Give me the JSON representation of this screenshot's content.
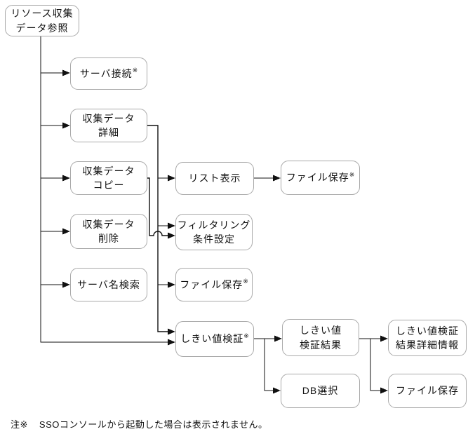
{
  "nodes": {
    "root": {
      "label": "リソース収集\nデータ参照"
    },
    "server_connect": {
      "label": "サーバ接続",
      "mark": "※"
    },
    "data_detail": {
      "label": "収集データ\n詳細"
    },
    "data_copy": {
      "label": "収集データ\nコピー"
    },
    "data_delete": {
      "label": "収集データ\n削除"
    },
    "server_search": {
      "label": "サーバ名検索"
    },
    "list_view": {
      "label": "リスト表示"
    },
    "file_save_top": {
      "label": "ファイル保存",
      "mark": "※"
    },
    "filtering": {
      "label": "フィルタリング\n条件設定"
    },
    "file_save_mid": {
      "label": "ファイル保存",
      "mark": "※"
    },
    "threshold_verify": {
      "label": "しきい値検証",
      "mark": "※"
    },
    "threshold_result": {
      "label": "しきい値\n検証結果"
    },
    "threshold_detail": {
      "label": "しきい値検証\n結果詳細情報"
    },
    "db_select": {
      "label": "DB選択"
    },
    "file_save_bottom": {
      "label": "ファイル保存"
    }
  },
  "note": {
    "prefix": "注※",
    "text": "SSOコンソールから起動した場合は表示されません。"
  },
  "colors": {
    "background": "#ffffff",
    "box_border": "#a9a9a9",
    "connector_line": "#111111",
    "text": "#111111"
  }
}
